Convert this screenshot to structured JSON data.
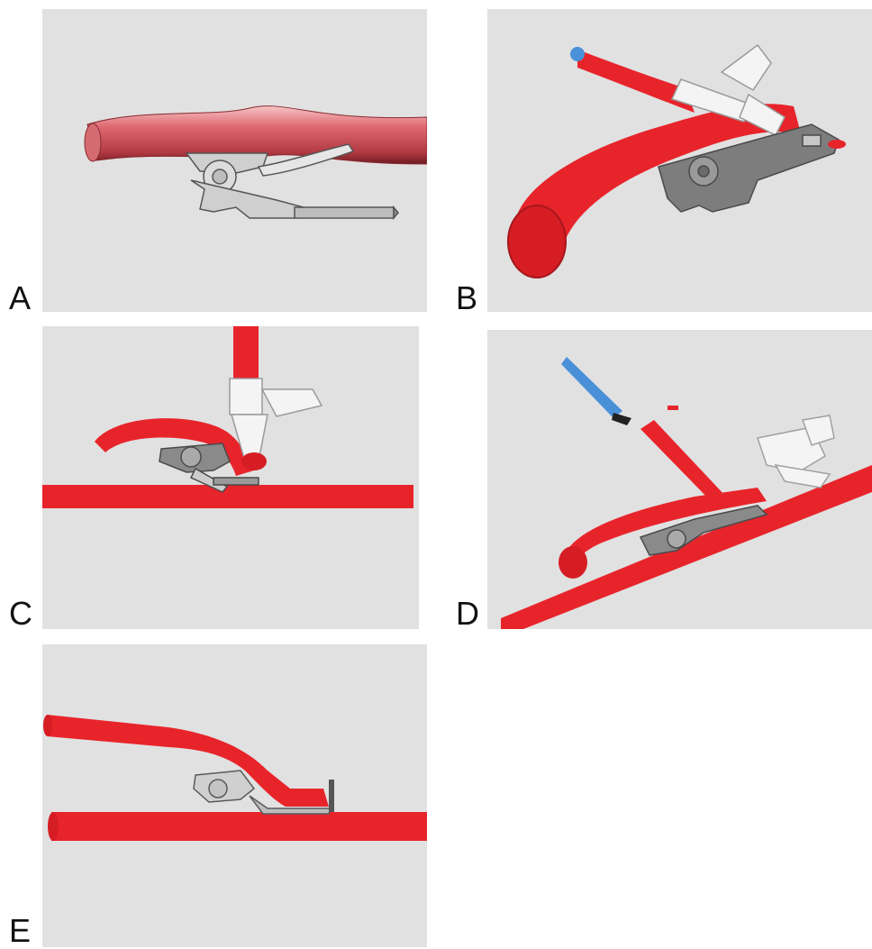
{
  "figure": {
    "panels": [
      {
        "label": "A"
      },
      {
        "label": "B"
      },
      {
        "label": "C"
      },
      {
        "label": "D"
      },
      {
        "label": "E"
      }
    ],
    "colors": {
      "background": "#ffffff",
      "panel_background": "#e1e1e1",
      "vessel_red": "#e8242b",
      "vessel_dark": "#b8191f",
      "vessel_smooth_highlight": "#f3b3b5",
      "device_gray": "#8a8a8a",
      "device_light": "#d2d2d2",
      "applicator_white": "#f4f4f4",
      "applicator_tip_blue": "#4a90d9"
    }
  }
}
